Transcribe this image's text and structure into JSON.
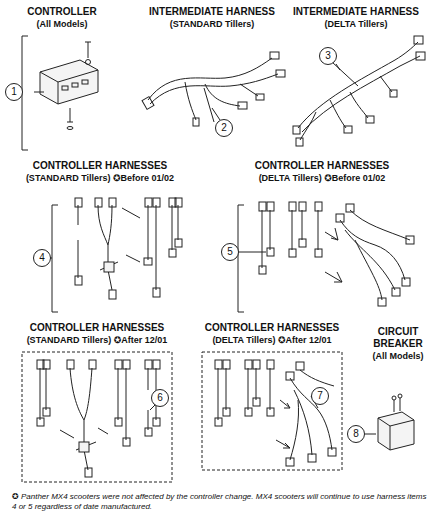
{
  "diagram": {
    "nodes": [
      {
        "text": [
          "1"
        ]
      },
      {
        "text": [
          "2"
        ]
      },
      {
        "text": [
          "3"
        ]
      },
      {
        "text": [
          "4"
        ]
      },
      {
        "text": [
          "5"
        ]
      },
      {
        "text": [
          "6"
        ]
      },
      {
        "text": [
          "7"
        ]
      },
      {
        "text": [
          "8"
        ]
      }
    ],
    "edges": [],
    "labels": [
      "CONTROLLER",
      "(All Models)",
      "INTERMEDIATE HARNESS",
      "(STANDARD Tillers)",
      "INTERMEDIATE HARNESS",
      "(DELTA Tillers)",
      "CONTROLLER HARNESSES",
      "(STANDARD Tillers) ✪Before 01/02",
      "CONTROLLER HARNESSES",
      "(DELTA Tillers) ✪Before 01/02",
      "CONTROLLER HARNESSES",
      "(STANDARD Tillers) ✪After 12/01",
      "CONTROLLER HARNESSES",
      "(DELTA Tillers) ✪After 12/01",
      "CIRCUIT",
      "BREAKER",
      "(All Models)",
      "✪ Panther MX4 scooters were not affected by the controller change. MX4 scooters will continue to use harness items 4 or 5 regardless of date manufactured."
    ]
  }
}
